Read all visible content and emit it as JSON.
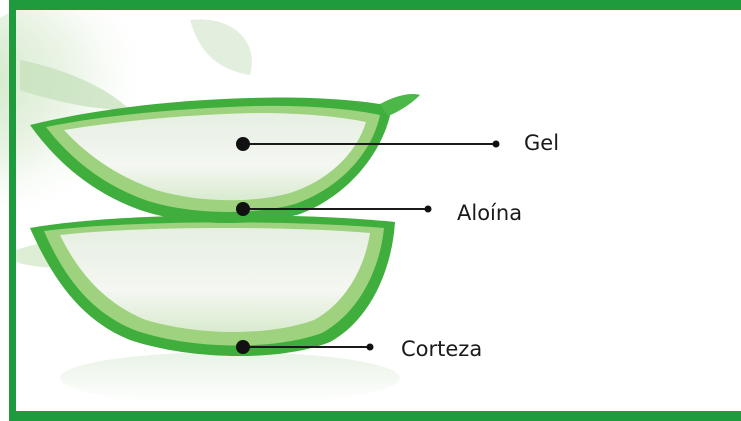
{
  "labels": {
    "gel": "Gel",
    "aloina": "Aloína",
    "corteza": "Corteza"
  },
  "colors": {
    "frame": "#1f9a3c",
    "leaf_skin": "#4cb847",
    "leaf_inner": "#a9d98a",
    "gel": "#eef3ec",
    "leader_line": "#1a1a1a"
  }
}
